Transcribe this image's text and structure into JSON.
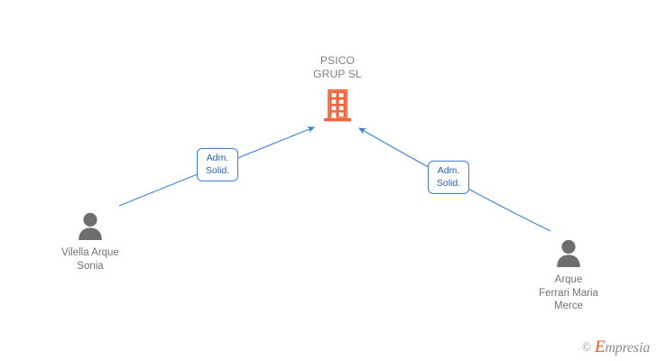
{
  "graph": {
    "company": {
      "name": "PSICO\nGRUP SL",
      "icon": "building-icon",
      "color": "#f4623a"
    },
    "persons": [
      {
        "name": "Vilella Arque\nSonia",
        "icon": "person-icon",
        "color": "#737373",
        "position": "left"
      },
      {
        "name": "Arque\nFerrari Maria\nMerce",
        "icon": "person-icon",
        "color": "#737373",
        "position": "right"
      }
    ],
    "relations": [
      {
        "label": "Adm.\nSolid.",
        "from": "Vilella Arque Sonia",
        "to": "PSICO GRUP SL",
        "color": "#3f7fd4"
      },
      {
        "label": "Adm.\nSolid.",
        "from": "Arque Ferrari Maria Merce",
        "to": "PSICO GRUP SL",
        "color": "#3f7fd4"
      }
    ]
  },
  "watermark": {
    "copyright": "©",
    "brand_initial": "E",
    "brand_rest": "mpresia"
  }
}
